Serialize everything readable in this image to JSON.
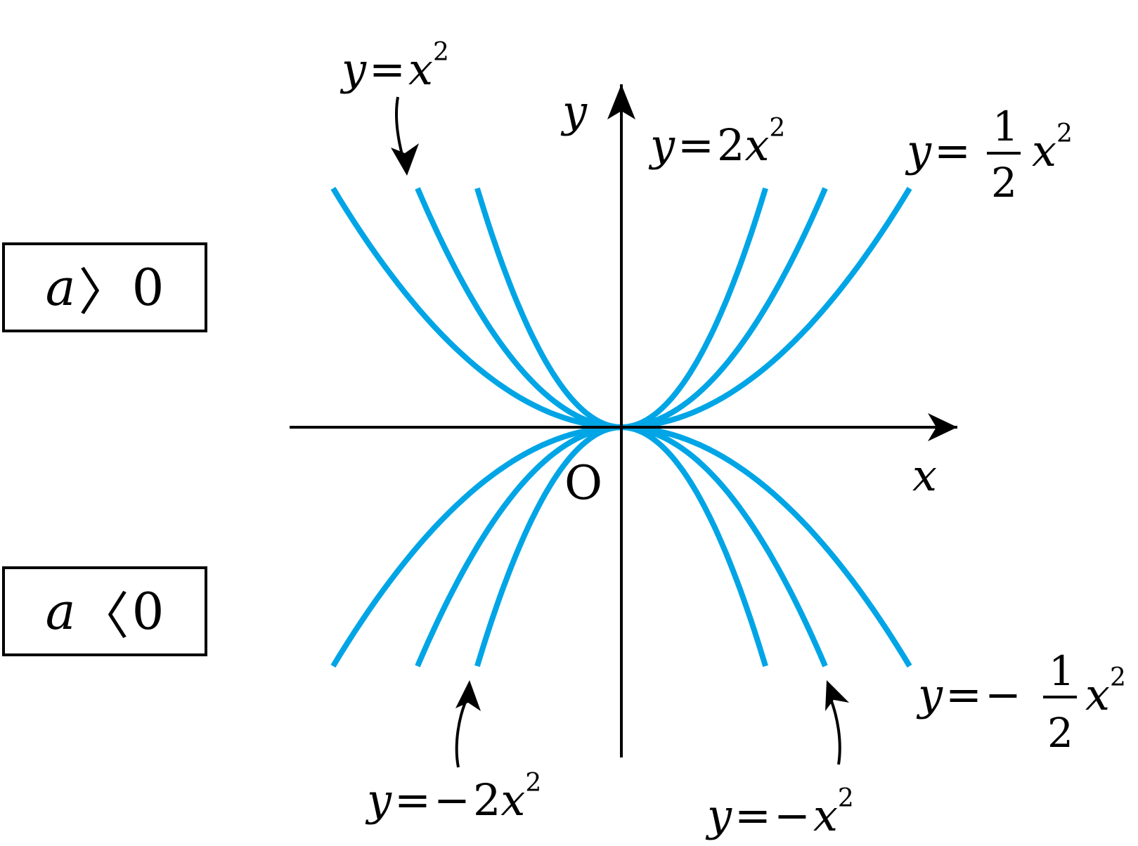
{
  "chart_data": {
    "type": "line",
    "title": "",
    "xlabel": "x",
    "ylabel": "y",
    "origin_label": "O",
    "domain": [
      -2.0,
      2.0
    ],
    "series": [
      {
        "name": "y=2x²",
        "a": 2,
        "color": "#00a5e6",
        "label": {
          "lhs": "y",
          "eq": "=",
          "coef": "2",
          "var": "x",
          "exp": "2"
        }
      },
      {
        "name": "y=x²",
        "a": 1,
        "color": "#00a5e6",
        "label": {
          "lhs": "y",
          "eq": "=",
          "coef": "",
          "var": "x",
          "exp": "2"
        }
      },
      {
        "name": "y=½x²",
        "a": 0.5,
        "color": "#00a5e6",
        "label": {
          "lhs": "y",
          "eq": "=",
          "num": "1",
          "den": "2",
          "var": "x",
          "exp": "2"
        }
      },
      {
        "name": "y=−2x²",
        "a": -2,
        "color": "#00a5e6",
        "label": {
          "lhs": "y",
          "eq": "=",
          "sign": "−",
          "coef": "2",
          "var": "x",
          "exp": "2"
        }
      },
      {
        "name": "y=−x²",
        "a": -1,
        "color": "#00a5e6",
        "label": {
          "lhs": "y",
          "eq": "=",
          "sign": "−",
          "coef": "",
          "var": "x",
          "exp": "2"
        }
      },
      {
        "name": "y=−½x²",
        "a": -0.5,
        "color": "#00a5e6",
        "label": {
          "lhs": "y",
          "eq": "=",
          "sign": "−",
          "num": "1",
          "den": "2",
          "var": "x",
          "exp": "2"
        }
      }
    ]
  },
  "cases": {
    "positive": {
      "var": "a",
      "rel": "〉",
      "value": "0"
    },
    "negative": {
      "var": "a",
      "rel": "〈",
      "value": "0"
    }
  },
  "colors": {
    "curve": "#00a5e6",
    "axis": "#000000",
    "text": "#000000"
  }
}
